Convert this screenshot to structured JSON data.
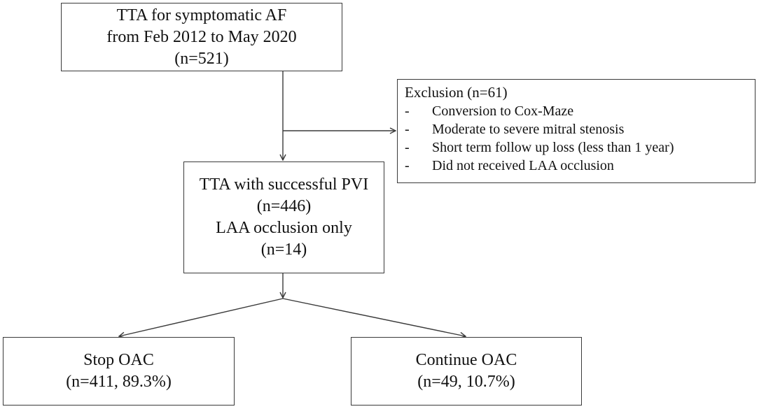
{
  "top_box": {
    "lines": [
      "TTA for symptomatic AF",
      "from Feb 2012 to May 2020",
      "(n=521)"
    ]
  },
  "exclusion_box": {
    "title": "Exclusion (n=61)",
    "items": [
      "Conversion to Cox-Maze",
      "Moderate to severe mitral stenosis",
      "Short term follow up loss (less than 1 year)",
      "Did not received LAA occlusion"
    ],
    "bullet": "-"
  },
  "middle_box": {
    "lines": [
      "TTA with successful PVI",
      "(n=446)",
      "LAA occlusion only",
      "(n=14)"
    ]
  },
  "stop_box": {
    "lines": [
      "Stop OAC",
      "(n=411, 89.3%)"
    ]
  },
  "continue_box": {
    "lines": [
      "Continue OAC",
      "(n=49, 10.7%)"
    ]
  }
}
